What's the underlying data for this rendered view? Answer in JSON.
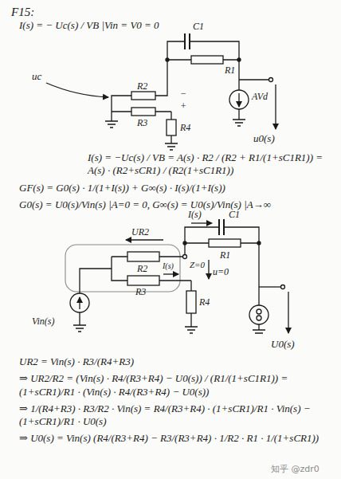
{
  "diagram": {
    "title": "F15:",
    "labels": [
      "I(s) = − Uc(s) / VB |Vin = V0 = 0",
      "C1",
      "R1",
      "uc",
      "R2",
      "−",
      "+",
      "R3",
      "R4",
      "AVd",
      "u0(s)",
      "I(s) = −Uc(s) / VB = A(s) · R2 / (R2 + R1/(1+sC1R1)) = A(s) · (R2+sCR1) / (R2(1+sC1R1))",
      "GF(s) = G0(s) · 1/(1+I(s)) + G∞(s) · I(s)/(1+I(s))",
      "G0(s) = U0(s)/Vin(s) |A=0 = 0,   G∞(s) = U0(s)/Vin(s) |A→∞",
      "UR2",
      "I(s)",
      "C1",
      "R2",
      "R1",
      "Z=0",
      "I(s)",
      "R3",
      "u=0",
      "Vin(s)",
      "R4",
      "U0(s)",
      "UR2 = Vin(s) · R3/(R4+R3)",
      "⇒ UR2/R2 = (Vin(s) · R4/(R3+R4) − U0(s)) / (R1/(1+sC1R1)) = (1+sCR1)/R1 · (Vin(s) · R4/(R3+R4) − U0(s))",
      "⇒ 1/(R4+R3) · R3/R2 · Vin(s) = R4/(R3+R4) · (1+sCR1)/R1 · Vin(s) − (1+sCR1)/R1 · U0(s)",
      "⇒ U0(s) = Vin(s) (R4/(R3+R4) − R3/(R3+R4) · 1/R2 · R1 · 1/(1+sCR1))",
      "知乎 @zdr0"
    ]
  }
}
